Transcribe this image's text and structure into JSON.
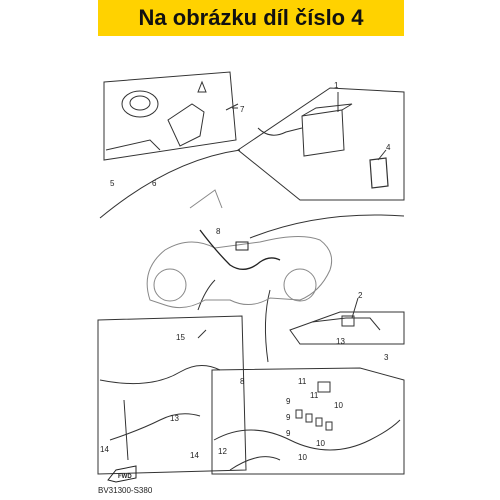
{
  "banner": {
    "text": "Na obrázku díl číslo 4"
  },
  "diagram": {
    "code": "BV31300-S380",
    "fwd_label": "FWD",
    "callouts": [
      "1",
      "2",
      "3",
      "4",
      "5",
      "6",
      "7",
      "8",
      "8",
      "9",
      "9",
      "9",
      "10",
      "10",
      "10",
      "11",
      "11",
      "12",
      "13",
      "13",
      "14",
      "14",
      "15"
    ]
  }
}
